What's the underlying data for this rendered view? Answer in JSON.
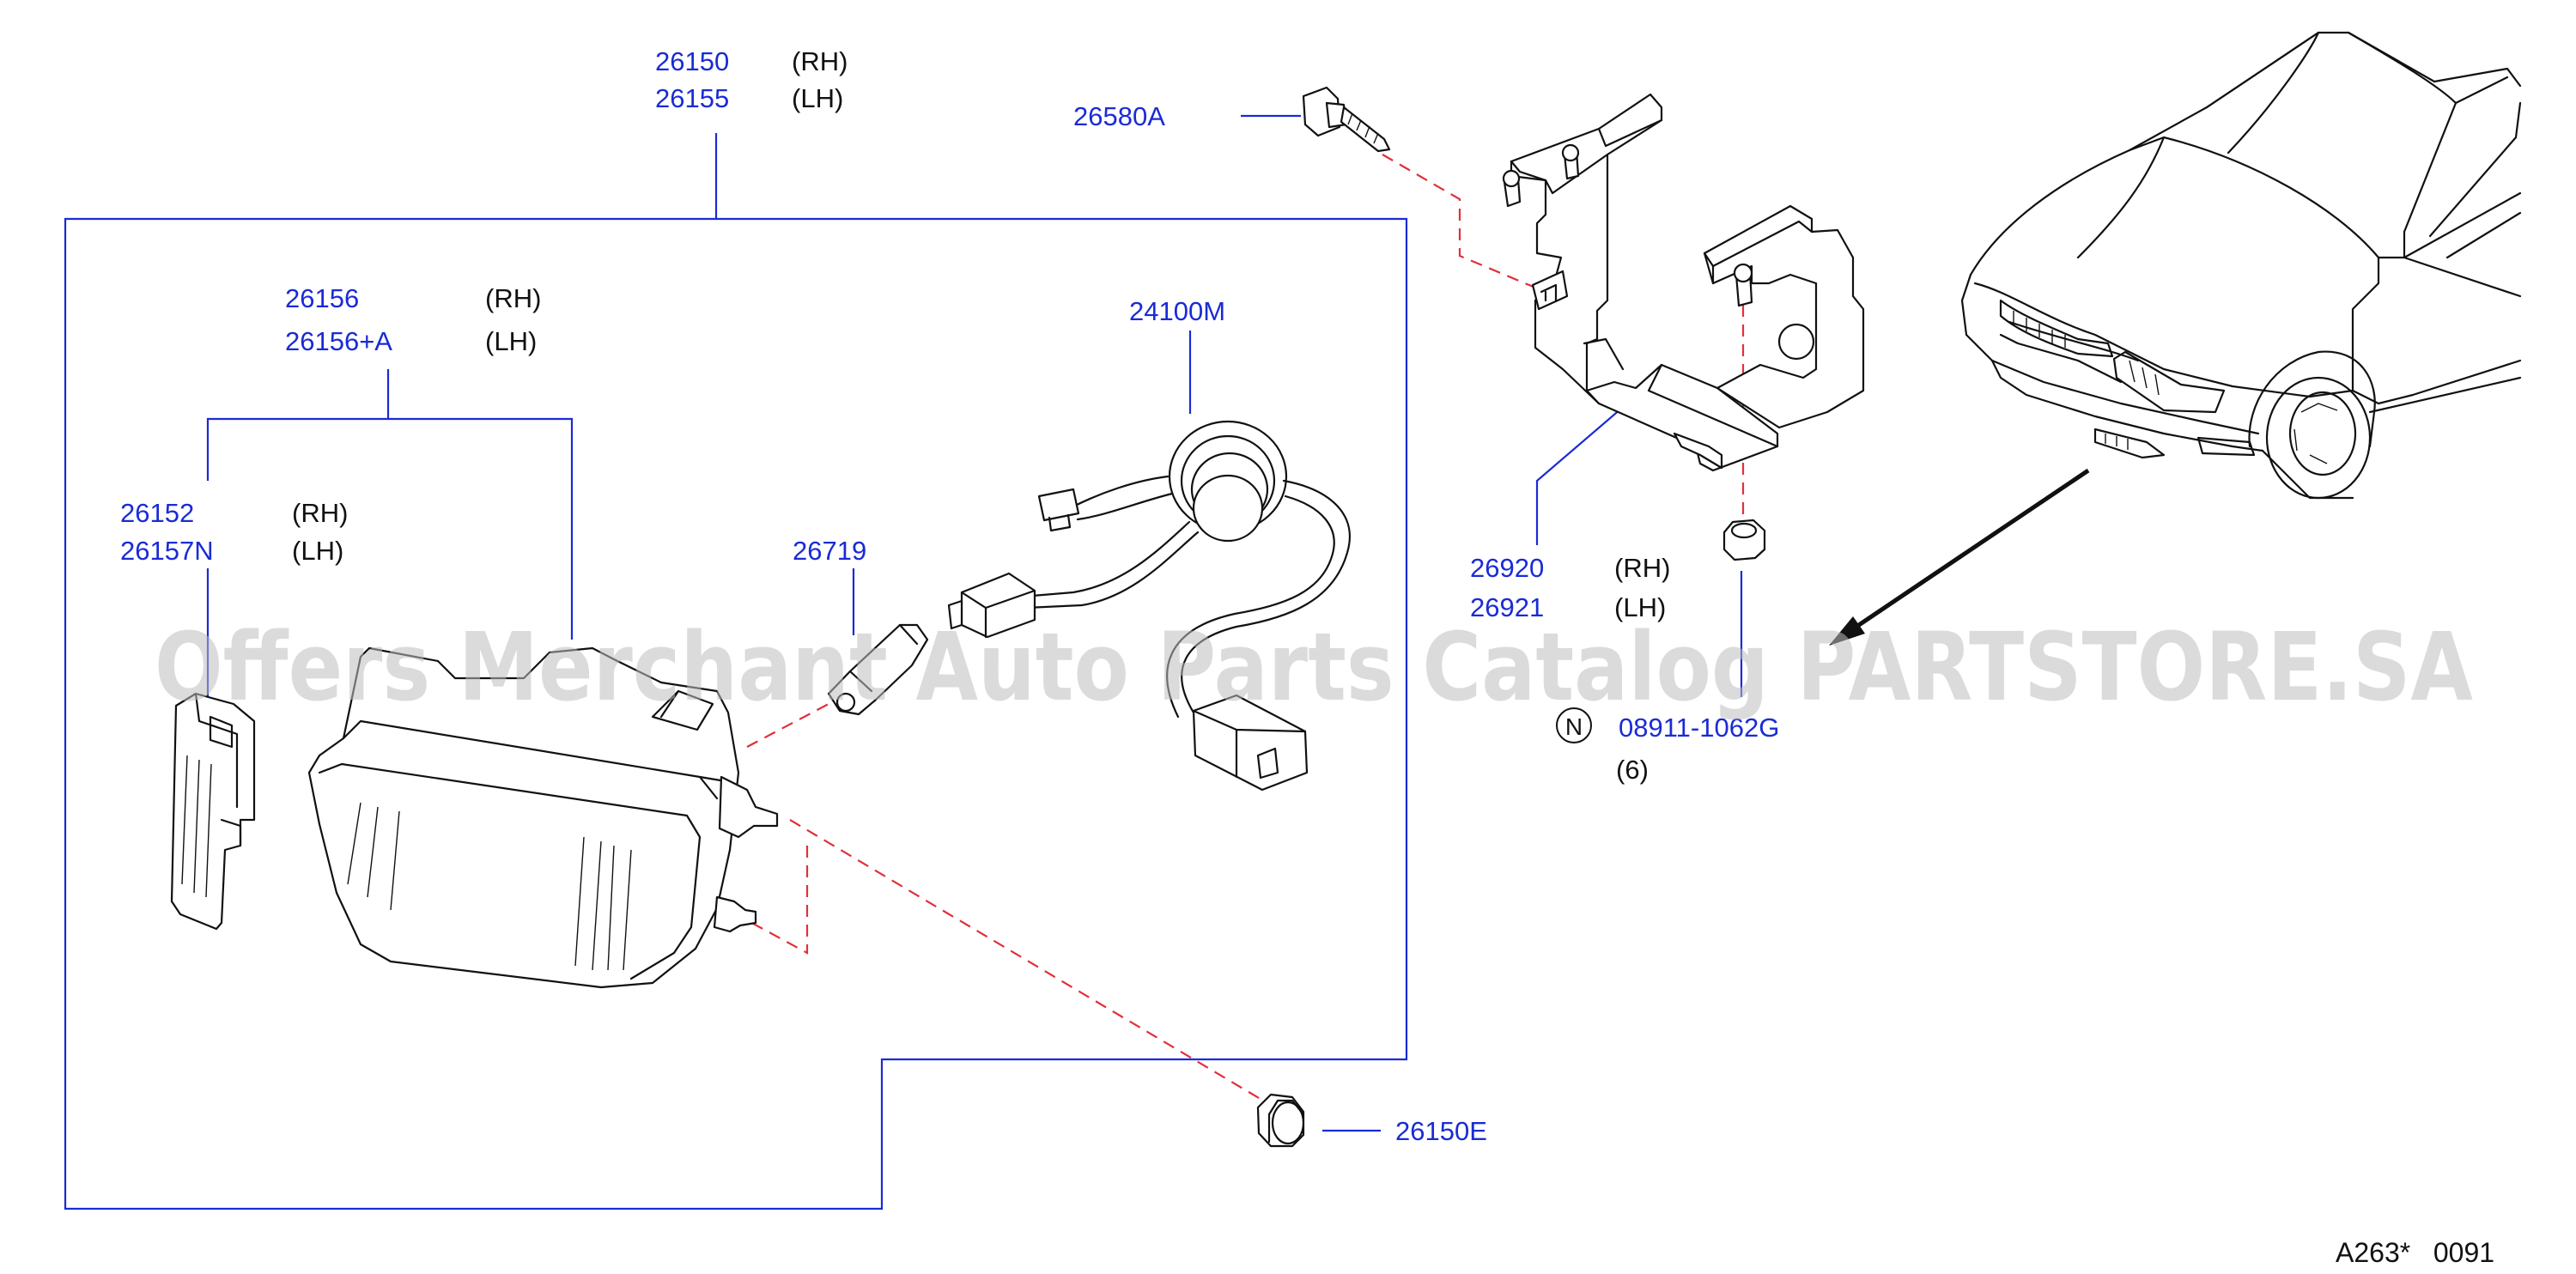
{
  "callouts": {
    "headlamp_assy": {
      "rh": "26150",
      "lh": "26155",
      "rh_side": "(RH)",
      "lh_side": "(LH)"
    },
    "bolt": "26580A",
    "lens": {
      "rh": "26156",
      "lh": "26156+A",
      "rh_side": "(RH)",
      "lh_side": "(LH)"
    },
    "bezel": {
      "rh": "26152",
      "lh": "26157N",
      "rh_side": "(RH)",
      "lh_side": "(LH)"
    },
    "harness": "24100M",
    "bulb": "26719",
    "bracket": {
      "rh": "26920",
      "lh": "26921",
      "rh_side": "(RH)",
      "lh_side": "(LH)"
    },
    "nut": {
      "symbol": "N",
      "number": "08911-1062G",
      "qty": "(6)"
    },
    "grommet": "26150E"
  },
  "watermark": "Offers Merchant Auto Parts Catalog PARTSTORE.SA",
  "figure_ref": "A263*   0091",
  "colors": {
    "callout_text": "#1a2bd6",
    "leader_lines": "#1a2bd6",
    "assembly_dashes": "#e0303a",
    "parts": "#111111",
    "watermark": "#bdbdbd"
  }
}
